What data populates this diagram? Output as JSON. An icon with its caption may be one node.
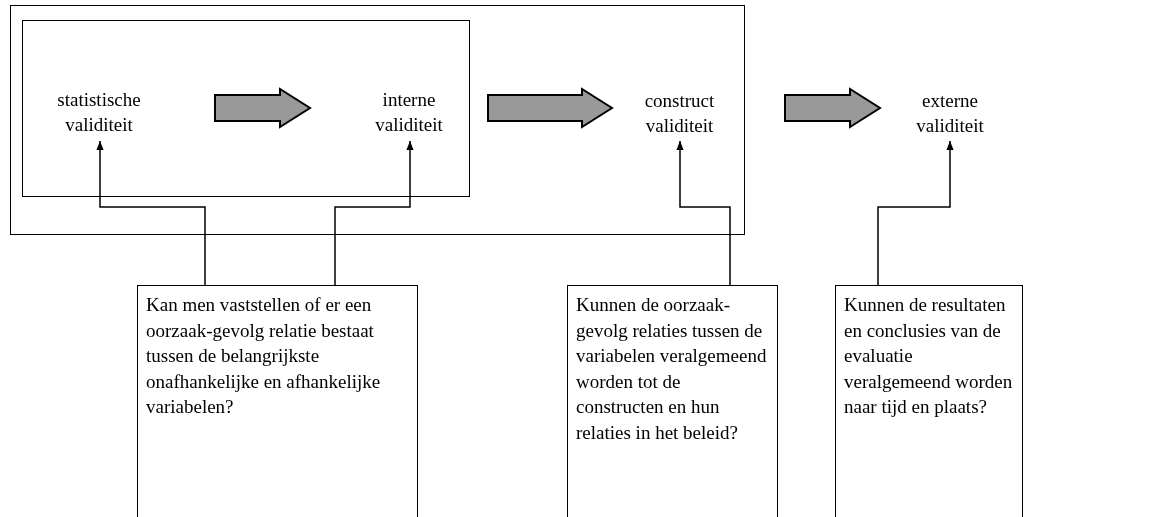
{
  "diagram": {
    "nodes": [
      {
        "text": [],
        "shape": "box"
      },
      {
        "text": [],
        "shape": "box",
        "in": 0
      },
      {
        "text": [
          "statistische validiteit"
        ],
        "in": 1
      },
      {
        "text": [
          "interne validiteit"
        ],
        "in": 1
      },
      {
        "text": [
          "construct validiteit"
        ],
        "in": 0
      },
      {
        "text": [
          "externe validiteit"
        ]
      },
      {
        "text": [
          "Kan men vaststellen of er een oorzaak-gevolg relatie bestaat tussen de belangrijkste onafhankelijke en afhankelijke variabelen?"
        ]
      },
      {
        "text": [
          "Kunnen de oorzaak-gevolg relaties tussen de variabelen veralgemeend worden tot de constructen en hun relaties in het beleid?"
        ]
      },
      {
        "text": [
          "Kunnen de resultaten en conclusies van de evaluatie veralgemeend worden naar tijd en plaats?"
        ]
      }
    ],
    "edges": [
      {
        "from": 2,
        "to": 3,
        "arrow": "to",
        "style": "thick"
      },
      {
        "from": 3,
        "to": 4,
        "arrow": "to",
        "style": "thick"
      },
      {
        "from": 4,
        "to": 5,
        "arrow": "to",
        "style": "thick"
      },
      {
        "from": 6,
        "to": 2,
        "arrow": "to"
      },
      {
        "from": 6,
        "to": 3,
        "arrow": "to"
      },
      {
        "from": 7,
        "to": 4,
        "arrow": "to"
      },
      {
        "from": 8,
        "to": 5,
        "arrow": "to"
      }
    ]
  }
}
